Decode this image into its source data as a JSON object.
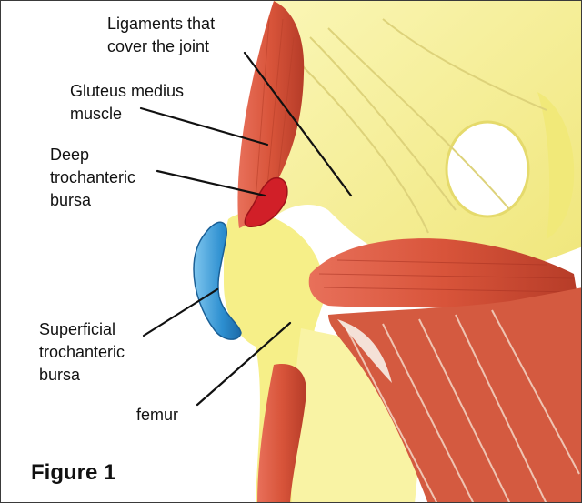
{
  "labels": {
    "ligaments_l1": "Ligaments that",
    "ligaments_l2": "cover the joint",
    "gluteus_l1": "Gluteus medius",
    "gluteus_l2": "muscle",
    "deep_l1": "Deep",
    "deep_l2": "trochanteric",
    "deep_l3": "bursa",
    "superficial_l1": "Superficial",
    "superficial_l2": "trochanteric",
    "superficial_l3": "bursa",
    "femur": "femur"
  },
  "figure_caption": "Figure 1",
  "colors": {
    "bone": "#f4ee86",
    "bone_light": "#fbf7b9",
    "muscle": "#d8543a",
    "muscle_dark": "#a83222",
    "deep_bursa": "#d11f28",
    "superficial_bursa": "#2d8fd0",
    "leader_line": "#111111"
  }
}
